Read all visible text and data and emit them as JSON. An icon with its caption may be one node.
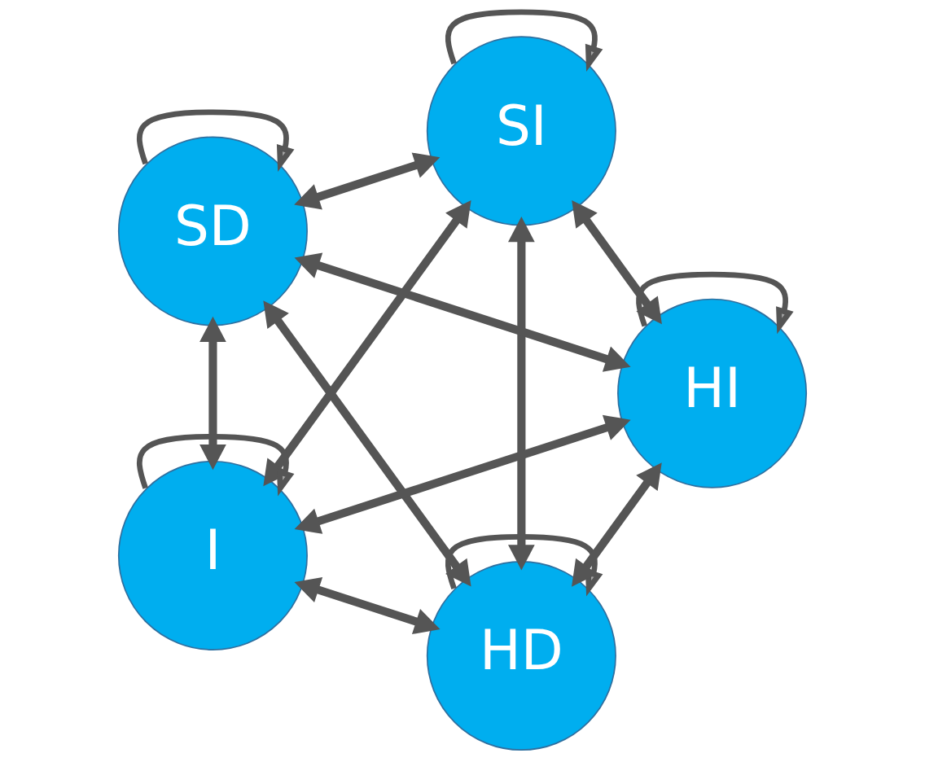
{
  "diagram": {
    "nodes": [
      {
        "text": [
          "HD"
        ]
      },
      {
        "text": [
          "HI"
        ]
      },
      {
        "text": [
          "SD"
        ]
      },
      {
        "text": [
          "SI"
        ]
      },
      {
        "text": [
          "I"
        ]
      }
    ],
    "edges": [
      {
        "from": 0,
        "to": 0,
        "arrow": "to"
      },
      {
        "from": 1,
        "to": 1,
        "arrow": "to"
      },
      {
        "from": 2,
        "to": 2,
        "arrow": "to"
      },
      {
        "from": 3,
        "to": 3,
        "arrow": "to"
      },
      {
        "from": 4,
        "to": 4,
        "arrow": "to"
      },
      {
        "from": 0,
        "to": 1,
        "arrow": "both"
      },
      {
        "from": 0,
        "to": 2,
        "arrow": "both"
      },
      {
        "from": 1,
        "to": 2,
        "arrow": "both"
      },
      {
        "from": 1,
        "to": 3,
        "arrow": "both"
      },
      {
        "from": 0,
        "to": 3,
        "arrow": "both"
      },
      {
        "from": 0,
        "to": 4,
        "arrow": "both"
      },
      {
        "from": 1,
        "to": 4,
        "arrow": "both"
      },
      {
        "from": 2,
        "to": 3,
        "arrow": "both"
      },
      {
        "from": 2,
        "to": 4,
        "arrow": "both"
      },
      {
        "from": 3,
        "to": 4,
        "arrow": "both"
      }
    ]
  }
}
